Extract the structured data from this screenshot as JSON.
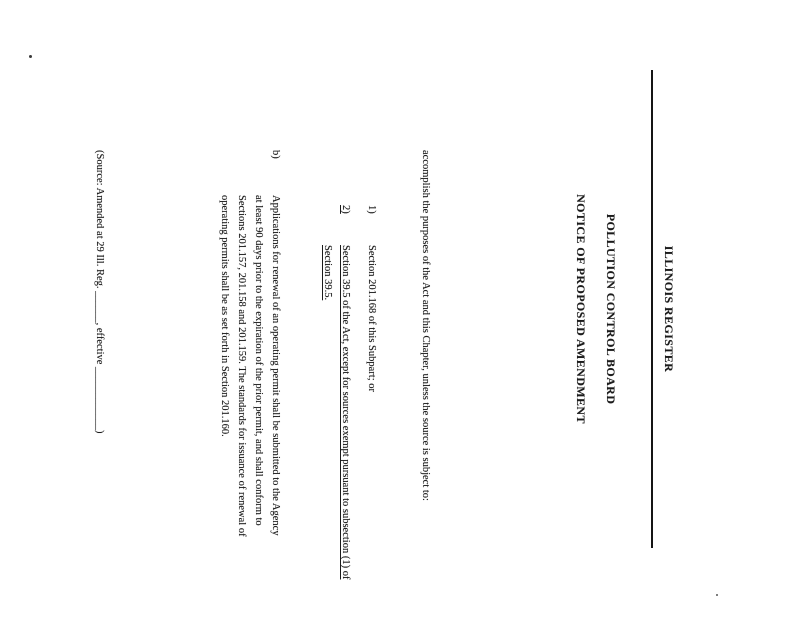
{
  "document": {
    "header": {
      "register_title": "ILLINOIS REGISTER",
      "board": "POLLUTION CONTROL BOARD",
      "notice": "NOTICE OF PROPOSED AMENDMENT"
    },
    "body": {
      "intro": "accomplish the purposes of the Act and this Chapter, unless the source is subject to:",
      "items": [
        {
          "number": "1)",
          "text": "Section 201.168 of this Subpart; or",
          "underlined": false
        },
        {
          "number": "2)",
          "text": "Section 39.5 of the Act, except for sources exempt pursuant to subsection (1) of Section 39.5.",
          "underlined": true
        }
      ],
      "paragraph_b": {
        "label": "b)",
        "text": "Applications for renewal of an operating permit shall be submitted to the Agency at least 90 days prior to the expiration of the prior permit, and shall conform to Sections 201.157, 201.158 and 201.159.  The standards for issuance of renewal of operating permits shall be as set forth in Section 201.160."
      },
      "source_note": "(Source: Amended at 29 Ill. Reg. ______, effective ____________)"
    }
  }
}
